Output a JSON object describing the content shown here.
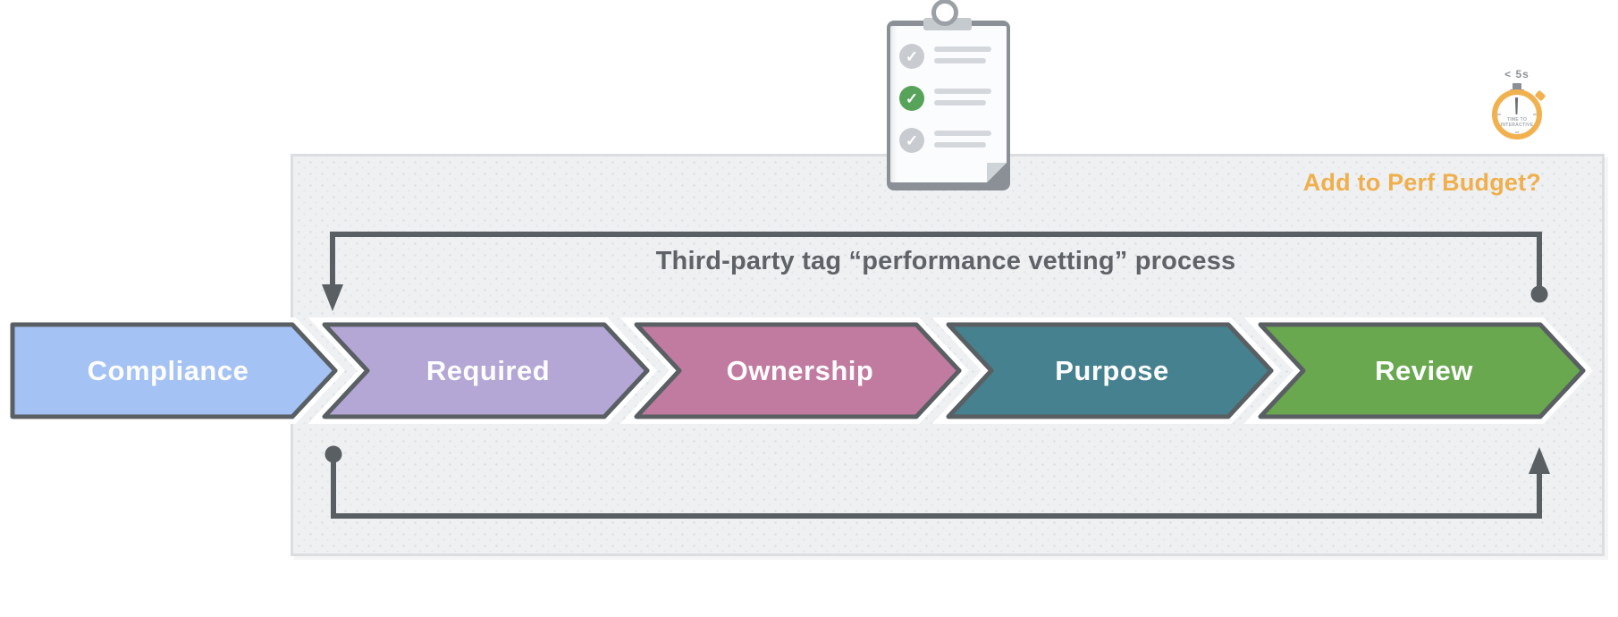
{
  "diagram": {
    "title": "Third-party tag “performance vetting” process",
    "perf_budget_label": "Add to Perf Budget?",
    "stopwatch": {
      "time_label": "< 5s",
      "face_label": "TIME TO INTERACTIVE"
    },
    "stages": [
      {
        "label": "Compliance",
        "color": "#A4C2F4"
      },
      {
        "label": "Required",
        "color": "#B4A7D6"
      },
      {
        "label": "Ownership",
        "color": "#C27BA0"
      },
      {
        "label": "Purpose",
        "color": "#45818E"
      },
      {
        "label": "Review",
        "color": "#6AA84F"
      }
    ],
    "checklist": {
      "check_glyph": "✓",
      "items": [
        {
          "state": "unchecked"
        },
        {
          "state": "checked"
        },
        {
          "state": "unchecked"
        }
      ]
    },
    "colors": {
      "accent_amber": "#F0AF4D",
      "outline_gray": "#5A5F63",
      "panel_background": "#EEF0F2",
      "check_green": "#57A35A",
      "check_gray": "#C8CCD1"
    }
  }
}
